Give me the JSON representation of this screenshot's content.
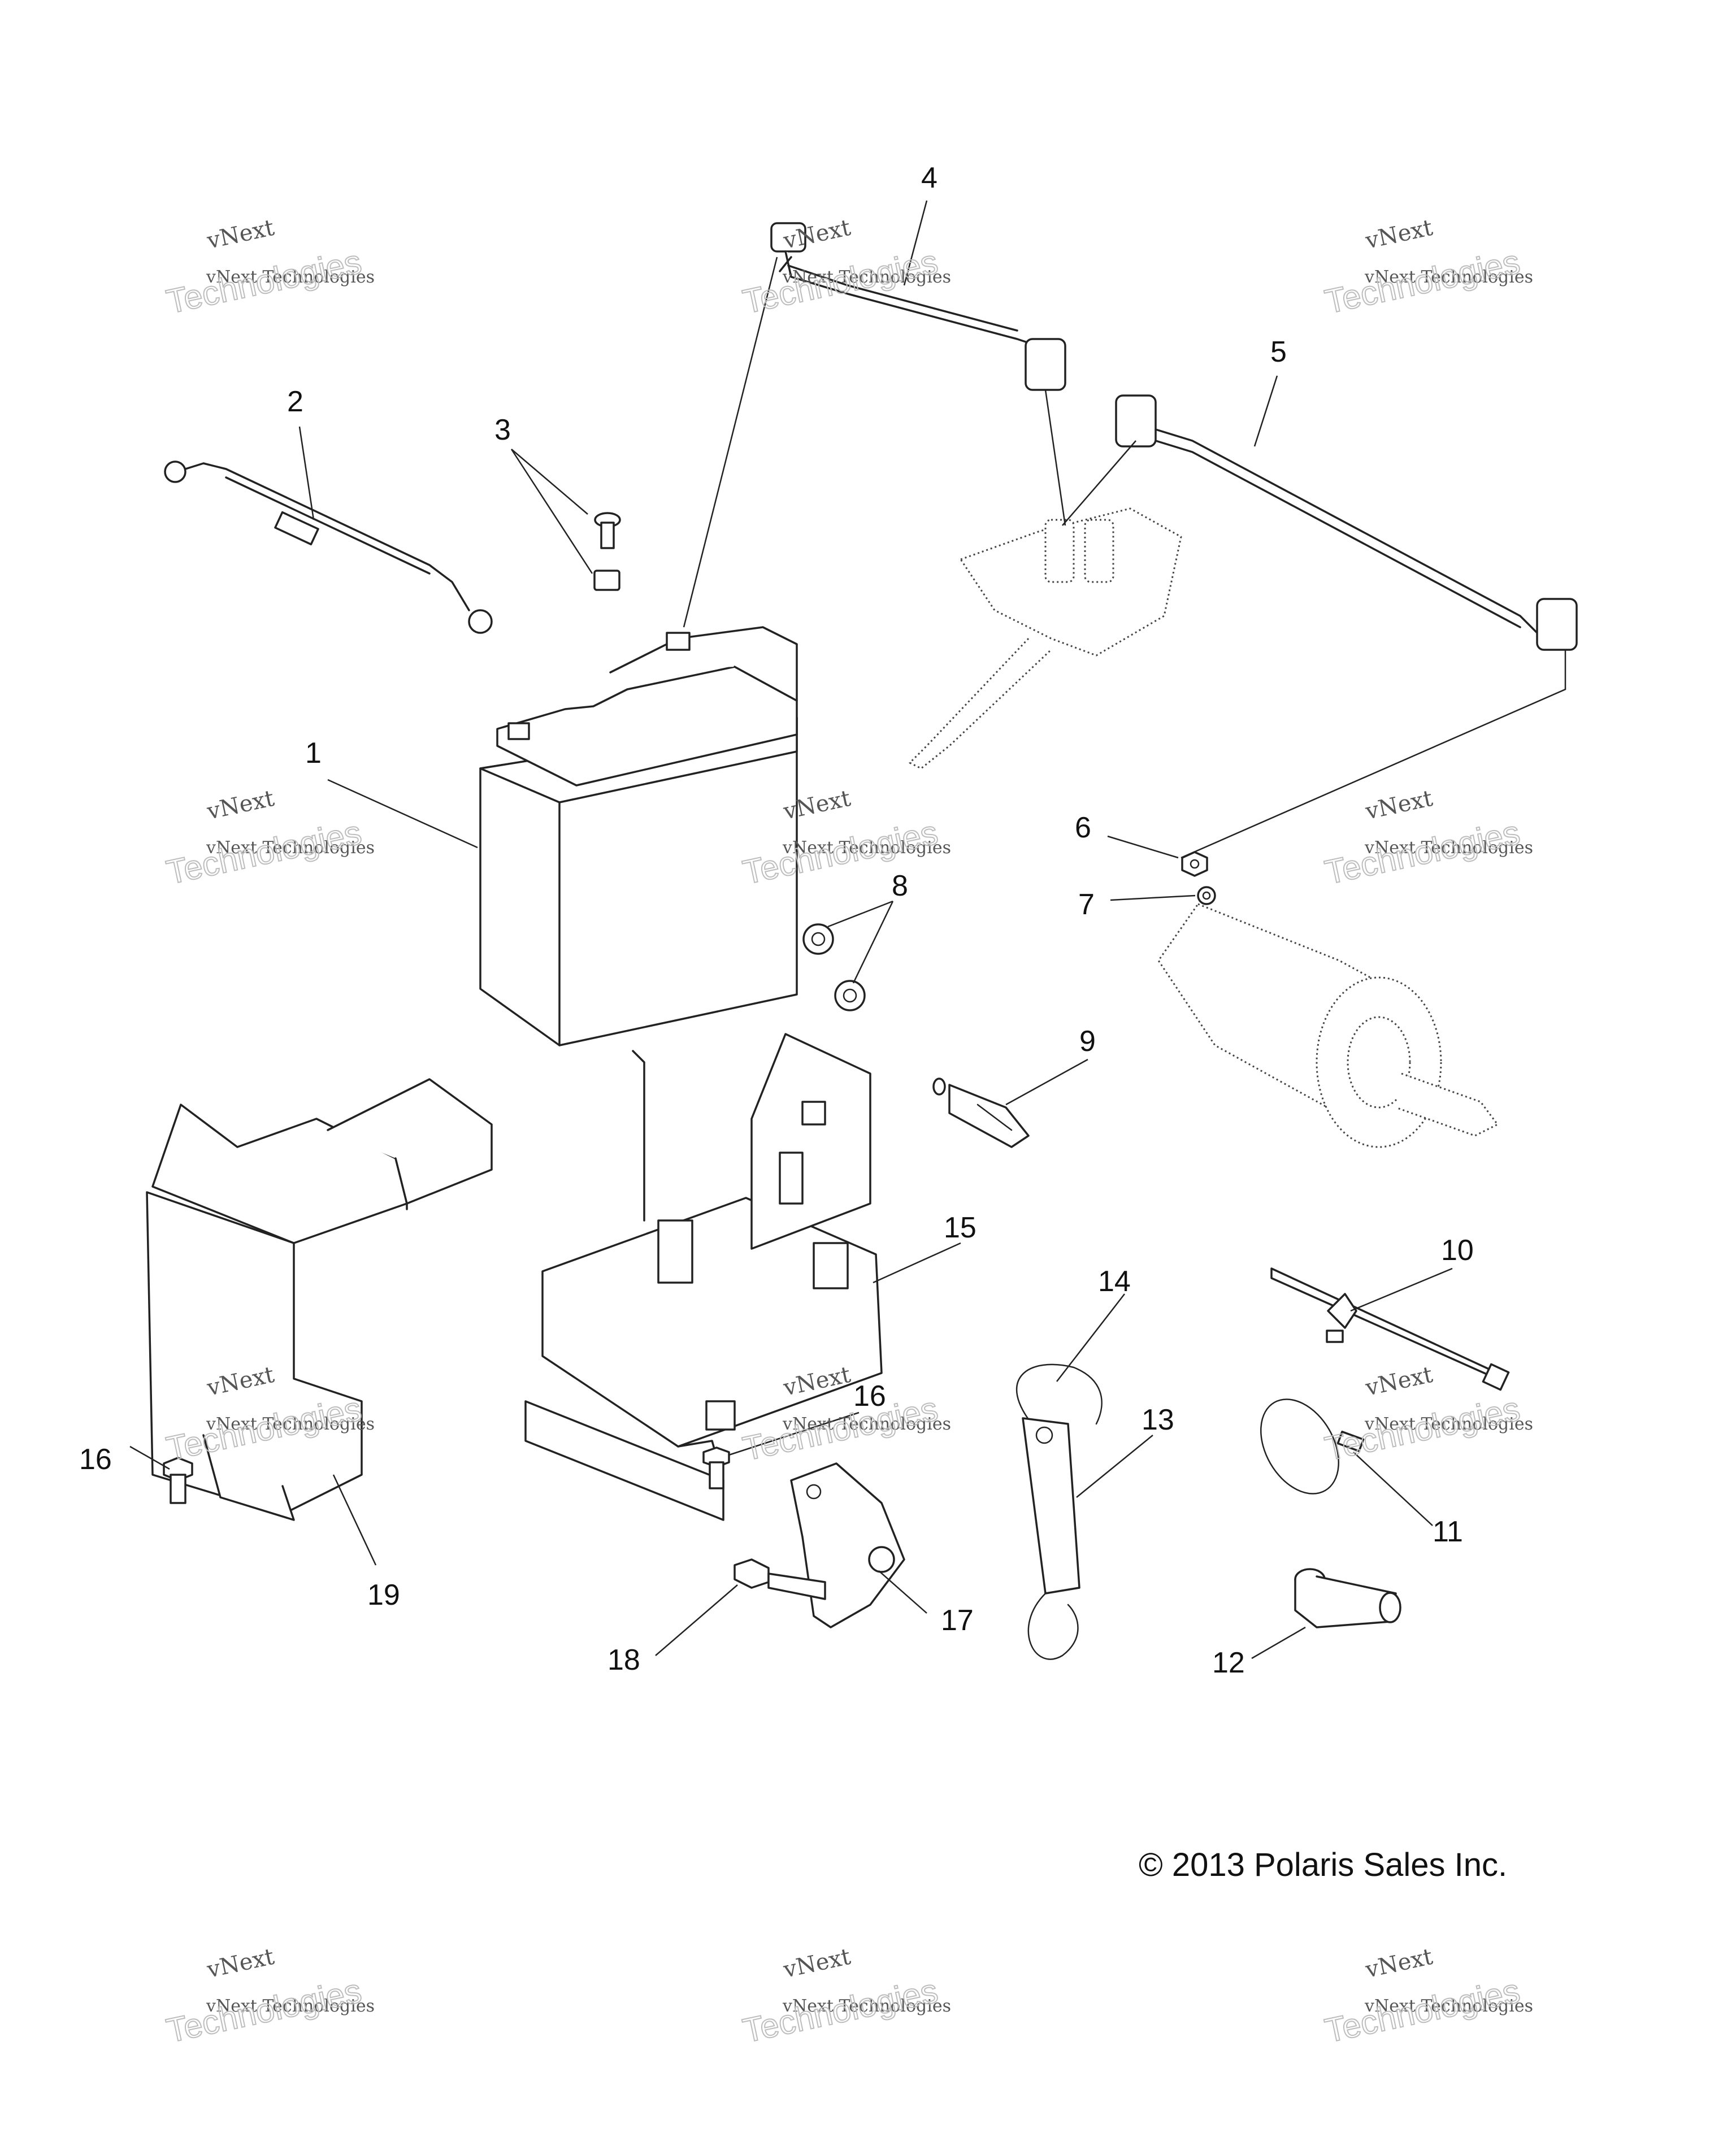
{
  "copyright": "© 2013 Polaris Sales Inc.",
  "watermark": {
    "line1": "vNext",
    "line2": "vNext Technologies",
    "line3": "Technologies"
  },
  "callouts": {
    "c1": "1",
    "c2": "2",
    "c3": "3",
    "c4": "4",
    "c5": "5",
    "c6": "6",
    "c7": "7",
    "c8": "8",
    "c9": "9",
    "c10": "10",
    "c11": "11",
    "c12": "12",
    "c13": "13",
    "c14": "14",
    "c15": "15",
    "c16a": "16",
    "c16b": "16",
    "c17": "17",
    "c18": "18",
    "c19": "19"
  }
}
